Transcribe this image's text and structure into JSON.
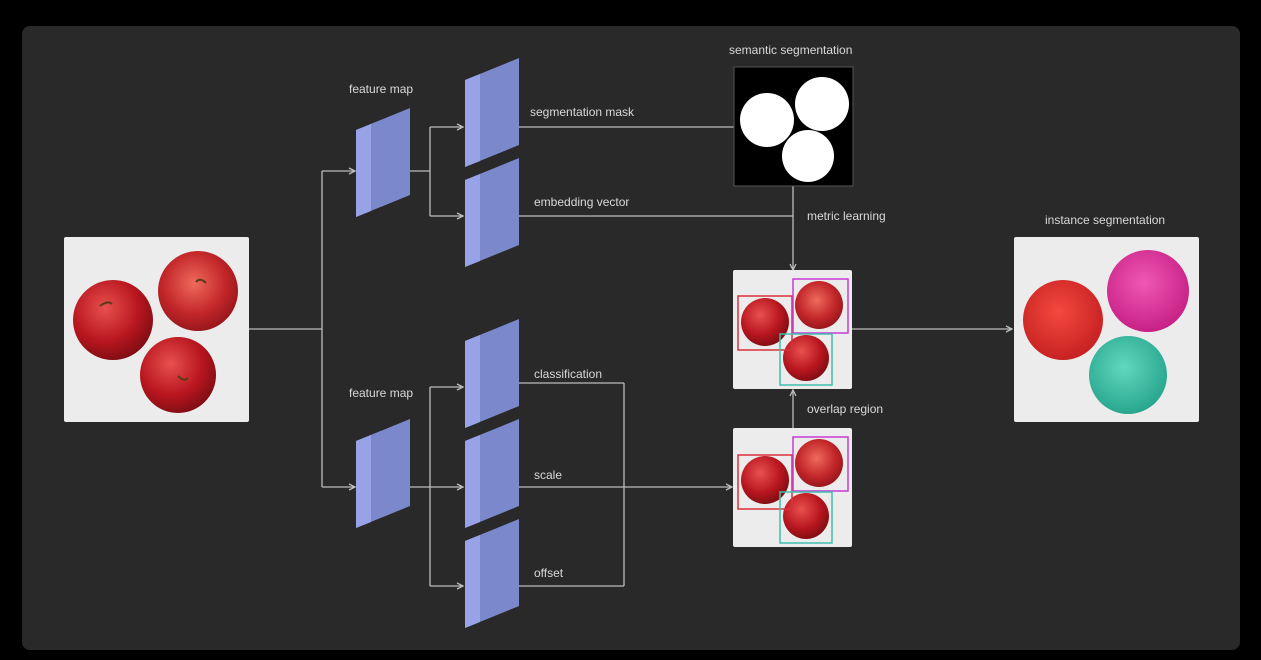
{
  "labels": {
    "feature_map_top": "feature map",
    "feature_map_bottom": "feature map",
    "segmentation_mask": "segmentation mask",
    "embedding_vector": "embedding vector",
    "semantic_segmentation": "semantic segmentation",
    "metric_learning": "metric learning",
    "instance_segmentation": "instance segmentation",
    "classification": "classification",
    "scale": "scale",
    "offset": "offset",
    "overlap_region": "overlap region"
  },
  "colors": {
    "background": "#000000",
    "panel": "#292929",
    "feature_map": "#97a3e6",
    "connector": "#bdbdbd",
    "apple_red": "#c8202a",
    "instance_magenta": "#e0289a",
    "instance_teal": "#34c3a6",
    "box_red": "#d9303c",
    "box_magenta": "#c93bd6",
    "box_teal": "#3fbfae"
  }
}
